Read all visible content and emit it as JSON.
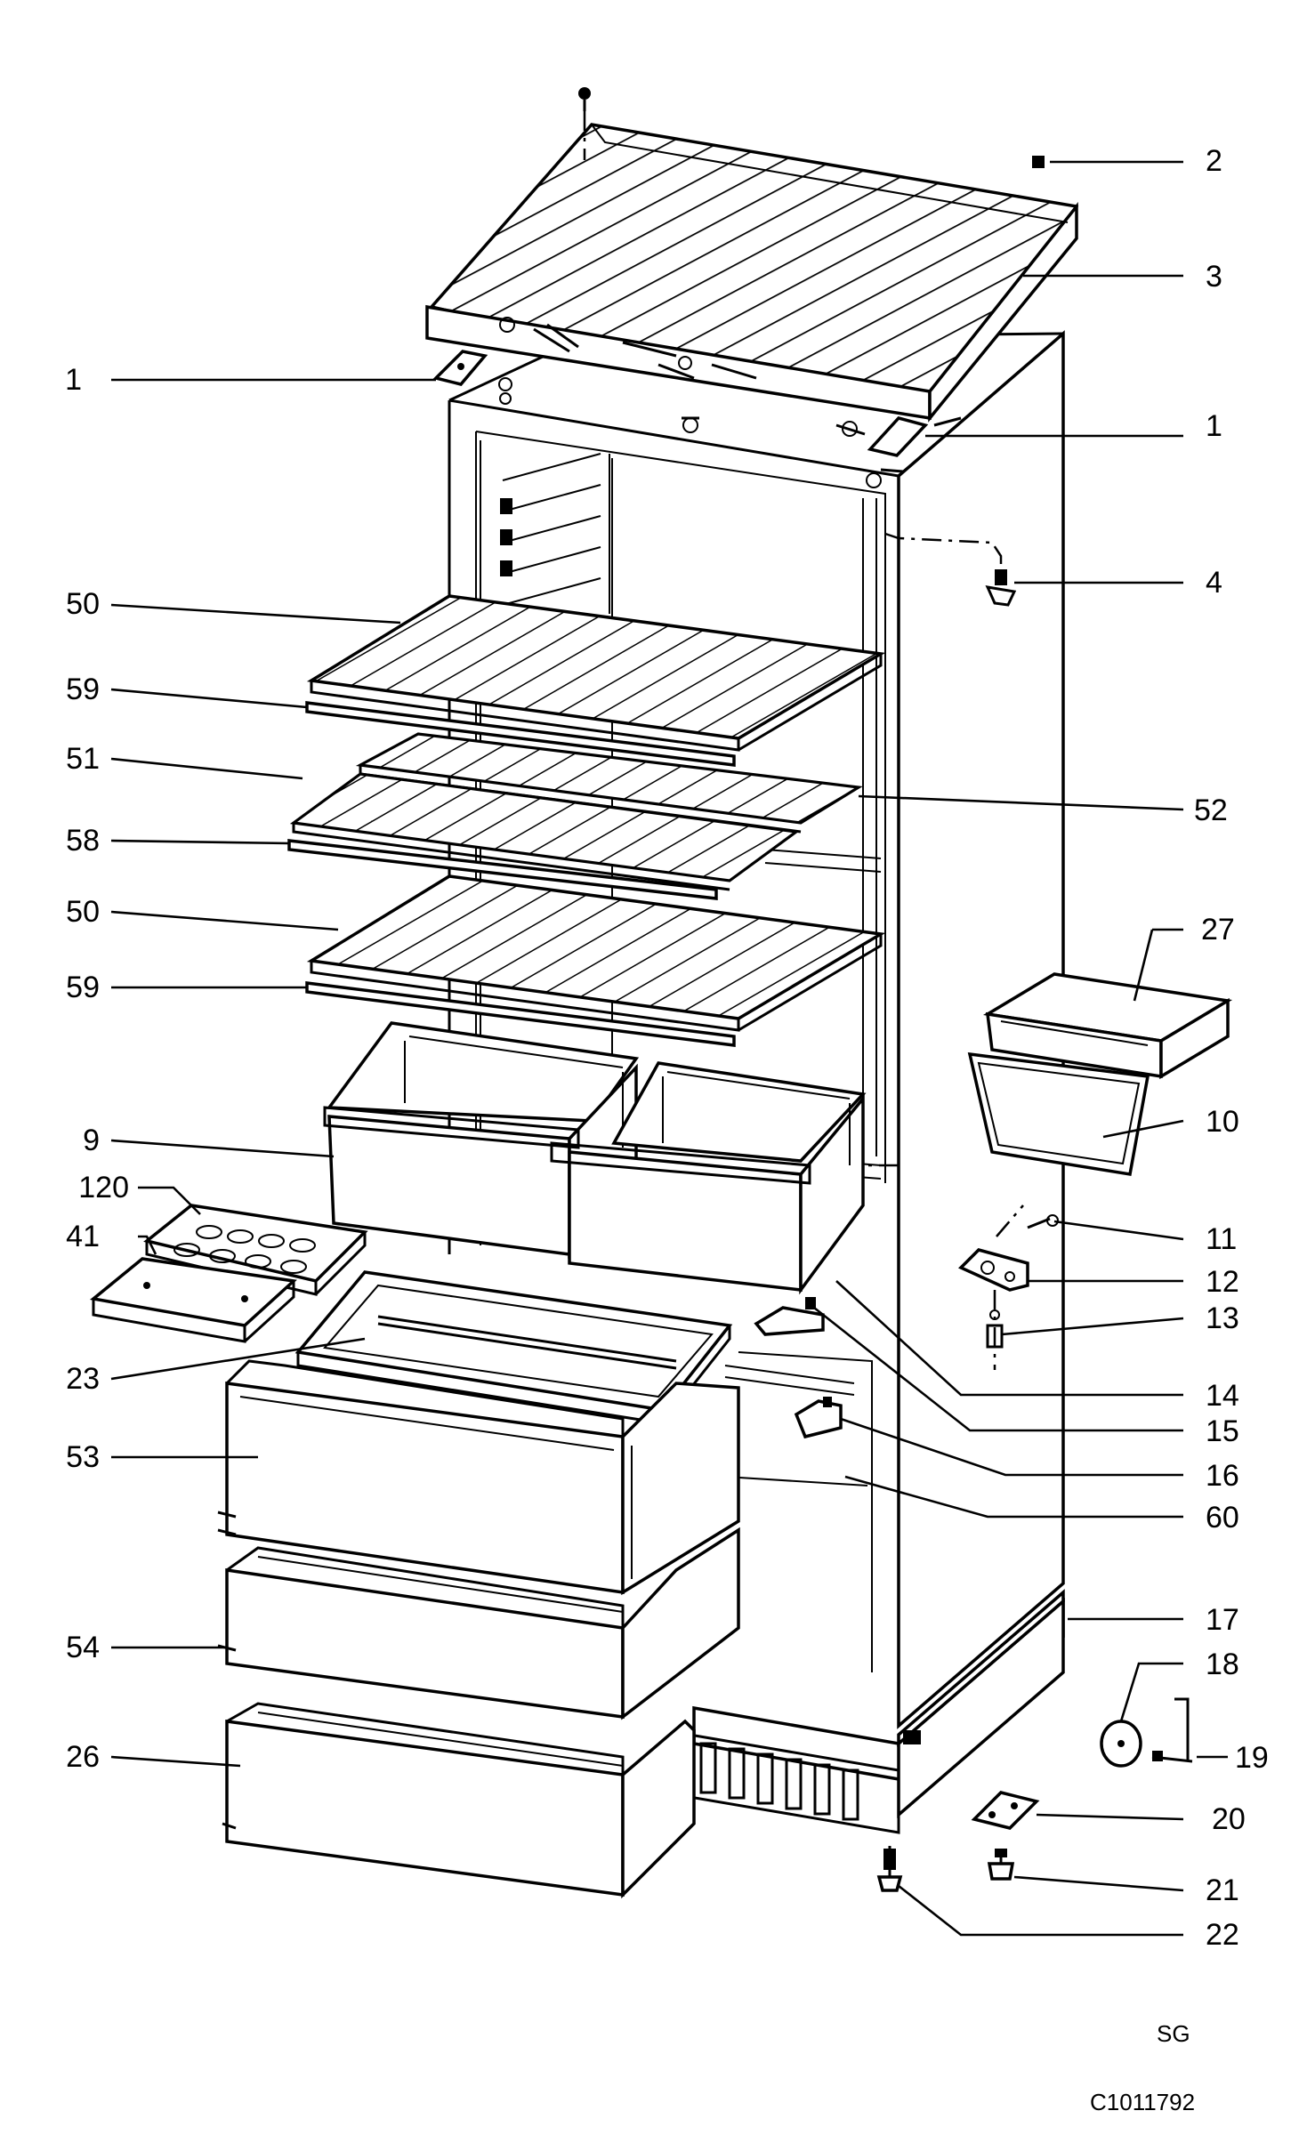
{
  "labels": {
    "l1a": "1",
    "l2": "2",
    "l3": "3",
    "l1b": "1",
    "l4": "4",
    "l50a": "50",
    "l59a": "59",
    "l51": "51",
    "l52": "52",
    "l58": "58",
    "l50b": "50",
    "l59b": "59",
    "l27": "27",
    "l10": "10",
    "l9": "9",
    "l120": "120",
    "l41": "41",
    "l11": "11",
    "l12": "12",
    "l13": "13",
    "l23": "23",
    "l14": "14",
    "l15": "15",
    "l16": "16",
    "l53": "53",
    "l60": "60",
    "l17": "17",
    "l54": "54",
    "l18": "18",
    "l19": "19",
    "l26": "26",
    "l20": "20",
    "l21": "21",
    "l22": "22"
  },
  "footer": {
    "maker_code": "SG",
    "drawing_number": "C1011792"
  }
}
